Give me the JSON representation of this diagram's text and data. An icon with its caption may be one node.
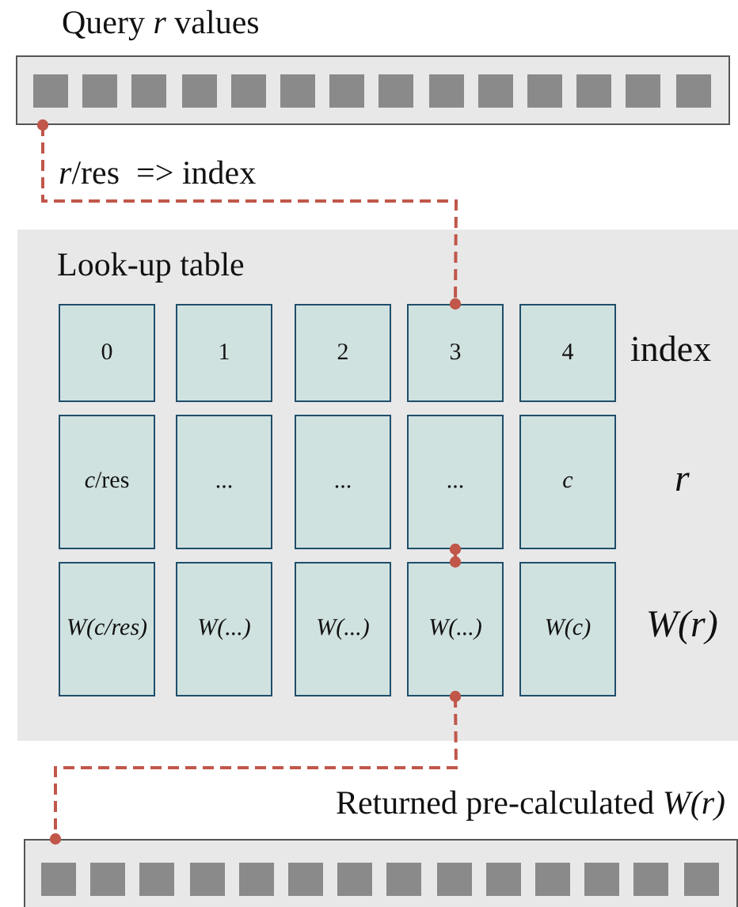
{
  "diagram": {
    "nodes": [
      {
        "text": [
          "Query *r* values"
        ]
      },
      {
        "text": [
          "Look-up table"
        ]
      },
      {
        "text": [
          "0"
        ],
        "in": 1
      },
      {
        "text": [
          "1"
        ],
        "in": 1
      },
      {
        "text": [
          "2"
        ],
        "in": 1
      },
      {
        "text": [
          "3"
        ],
        "in": 1
      },
      {
        "text": [
          "4"
        ],
        "in": 1
      },
      {
        "text": [
          "*c*/res"
        ],
        "in": 1
      },
      {
        "text": [
          "..."
        ],
        "in": 1
      },
      {
        "text": [
          "..."
        ],
        "in": 1
      },
      {
        "text": [
          "..."
        ],
        "in": 1
      },
      {
        "text": [
          "c"
        ],
        "in": 1
      },
      {
        "text": [
          "*W*(*c*/res)"
        ],
        "in": 1
      },
      {
        "text": [
          "W(...)"
        ],
        "in": 1
      },
      {
        "text": [
          "W(...)"
        ],
        "in": 1
      },
      {
        "text": [
          "W(...)"
        ],
        "in": 1
      },
      {
        "text": [
          "W(c)"
        ],
        "in": 1
      },
      {
        "text": [
          "Returned pre-calculated *W(r)*"
        ]
      }
    ],
    "edges": [
      {
        "from": 0,
        "to": 5,
        "arrow": "other",
        "label": "*r*/res  => index",
        "style": "dashed"
      },
      {
        "from": 10,
        "to": 15,
        "arrow": "other",
        "style": "dashed"
      },
      {
        "from": 15,
        "to": 17,
        "arrow": "other",
        "style": "dashed"
      }
    ],
    "labels": [
      "index",
      "r",
      "W(r)"
    ]
  }
}
